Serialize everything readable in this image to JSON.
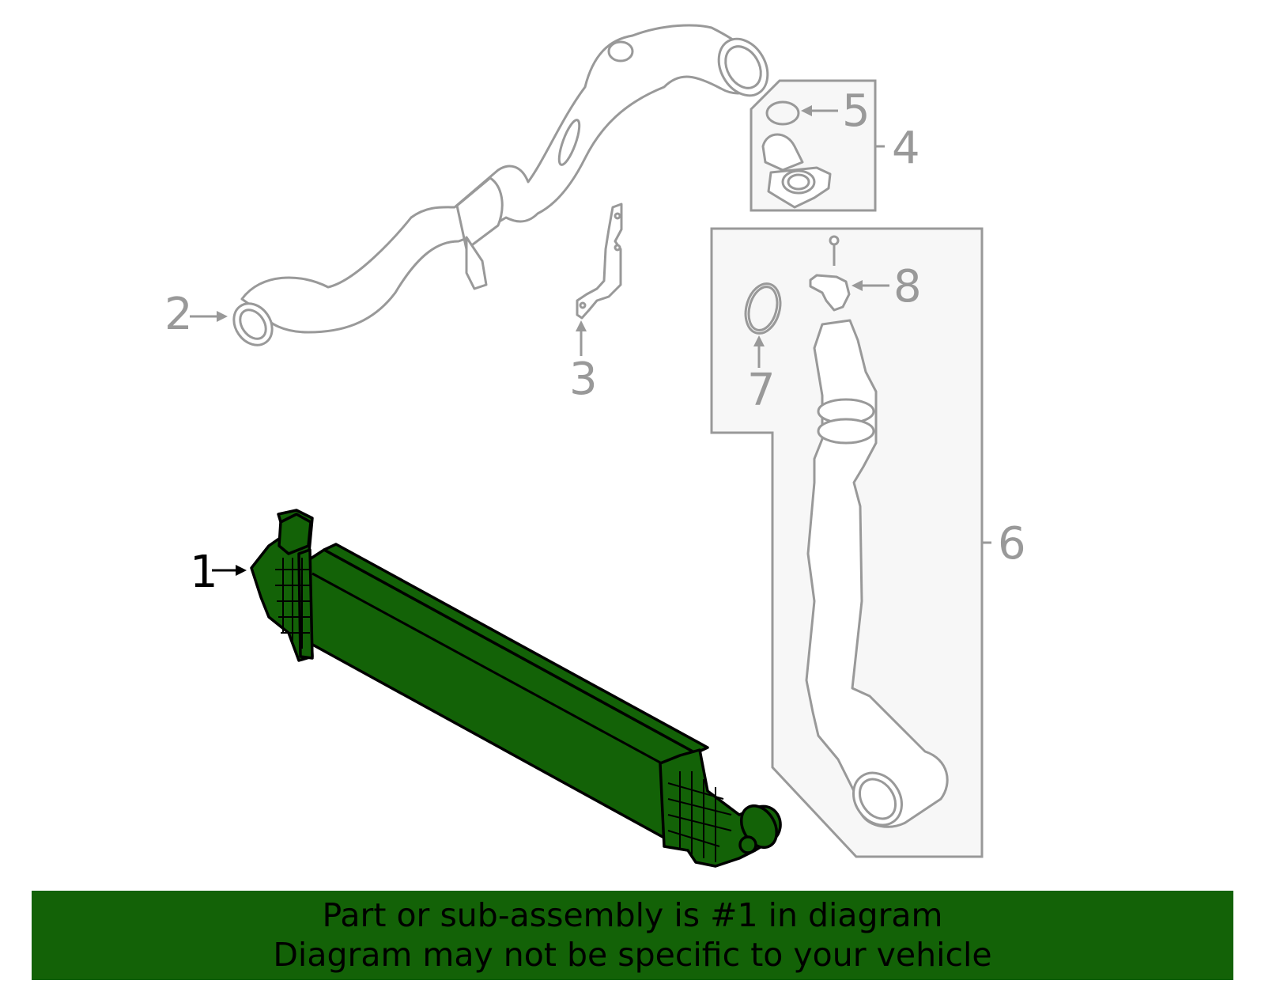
{
  "diagram": {
    "colors": {
      "highlight_fill": "#136207",
      "highlight_stroke": "#000000",
      "part_stroke": "#999999",
      "group_box_fill": "#f7f7f7",
      "group_box_stroke": "#999999",
      "banner_bg": "#136207",
      "banner_text": "#000000"
    },
    "callouts": [
      {
        "id": 1,
        "label": "1",
        "part": "intercooler",
        "highlighted": true
      },
      {
        "id": 2,
        "label": "2",
        "part": "intercooler-inlet-hose"
      },
      {
        "id": 3,
        "label": "3",
        "part": "bracket"
      },
      {
        "id": 4,
        "label": "4",
        "part": "throttle-body-adapter-group"
      },
      {
        "id": 5,
        "label": "5",
        "part": "o-ring"
      },
      {
        "id": 6,
        "label": "6",
        "part": "intercooler-outlet-tube-group"
      },
      {
        "id": 7,
        "label": "7",
        "part": "seal-ring"
      },
      {
        "id": 8,
        "label": "8",
        "part": "sensor"
      }
    ]
  },
  "banner": {
    "line1": "Part or sub-assembly is #1 in diagram",
    "line2": "Diagram may not be specific to your vehicle"
  }
}
